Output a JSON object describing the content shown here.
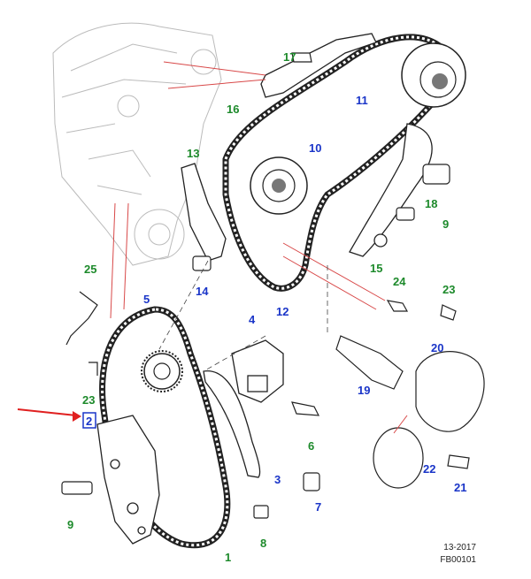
{
  "callouts": [
    {
      "id": "c1",
      "text": "1",
      "color": "#1d8a2b"
    },
    {
      "id": "c2",
      "text": "2",
      "color": "#1a35c8"
    },
    {
      "id": "c3",
      "text": "3",
      "color": "#1a35c8"
    },
    {
      "id": "c4",
      "text": "4",
      "color": "#1a35c8"
    },
    {
      "id": "c5",
      "text": "5",
      "color": "#1a35c8"
    },
    {
      "id": "c6",
      "text": "6",
      "color": "#1d8a2b"
    },
    {
      "id": "c7",
      "text": "7",
      "color": "#1a35c8"
    },
    {
      "id": "c8",
      "text": "8",
      "color": "#1d8a2b"
    },
    {
      "id": "c9a",
      "text": "9",
      "color": "#1d8a2b"
    },
    {
      "id": "c9b",
      "text": "9",
      "color": "#1d8a2b"
    },
    {
      "id": "c10",
      "text": "10",
      "color": "#1a35c8"
    },
    {
      "id": "c11",
      "text": "11",
      "color": "#1a35c8"
    },
    {
      "id": "c12",
      "text": "12",
      "color": "#1a35c8"
    },
    {
      "id": "c13",
      "text": "13",
      "color": "#1d8a2b"
    },
    {
      "id": "c14",
      "text": "14",
      "color": "#1a35c8"
    },
    {
      "id": "c15",
      "text": "15",
      "color": "#1d8a2b"
    },
    {
      "id": "c16",
      "text": "16",
      "color": "#1d8a2b"
    },
    {
      "id": "c17",
      "text": "17",
      "color": "#1d8a2b"
    },
    {
      "id": "c18",
      "text": "18",
      "color": "#1d8a2b"
    },
    {
      "id": "c19",
      "text": "19",
      "color": "#1a35c8"
    },
    {
      "id": "c20",
      "text": "20",
      "color": "#1a35c8"
    },
    {
      "id": "c21",
      "text": "21",
      "color": "#1a35c8"
    },
    {
      "id": "c22",
      "text": "22",
      "color": "#1a35c8"
    },
    {
      "id": "c23a",
      "text": "23",
      "color": "#1d8a2b"
    },
    {
      "id": "c23b",
      "text": "23",
      "color": "#1d8a2b"
    },
    {
      "id": "c24",
      "text": "24",
      "color": "#1d8a2b"
    },
    {
      "id": "c25",
      "text": "25",
      "color": "#1d8a2b"
    }
  ],
  "highlight": {
    "callout": "2",
    "arrow_color": "#e02020",
    "box_color": "#1a35c8"
  },
  "footer": {
    "code": "13-2017",
    "ref": "FB00101"
  }
}
